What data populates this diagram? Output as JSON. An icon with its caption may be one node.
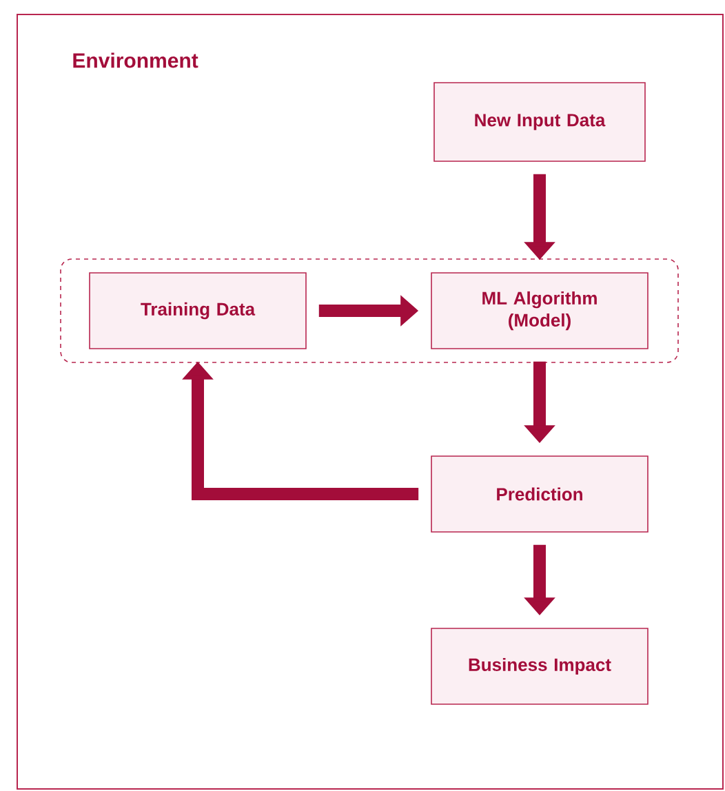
{
  "diagram": {
    "nodes": [
      {
        "text": [
          "Environment"
        ]
      },
      {
        "text": [
          "New Input Data"
        ],
        "in": 0
      },
      {
        "text": [],
        "shape": "box",
        "in": 0
      },
      {
        "text": [
          "Training Data"
        ],
        "in": 2
      },
      {
        "text": [
          "ML Algorithm (Model)"
        ],
        "in": 2
      },
      {
        "text": [
          "Prediction"
        ],
        "in": 0
      },
      {
        "text": [
          "Business Impact"
        ],
        "in": 0
      }
    ],
    "edges": [
      {
        "from": 1,
        "to": 4,
        "arrow": "to"
      },
      {
        "from": 3,
        "to": 4,
        "arrow": "to"
      },
      {
        "from": 4,
        "to": 5,
        "arrow": "to"
      },
      {
        "from": 5,
        "to": 3,
        "arrow": "to"
      },
      {
        "from": 5,
        "to": 6,
        "arrow": "to"
      }
    ]
  }
}
